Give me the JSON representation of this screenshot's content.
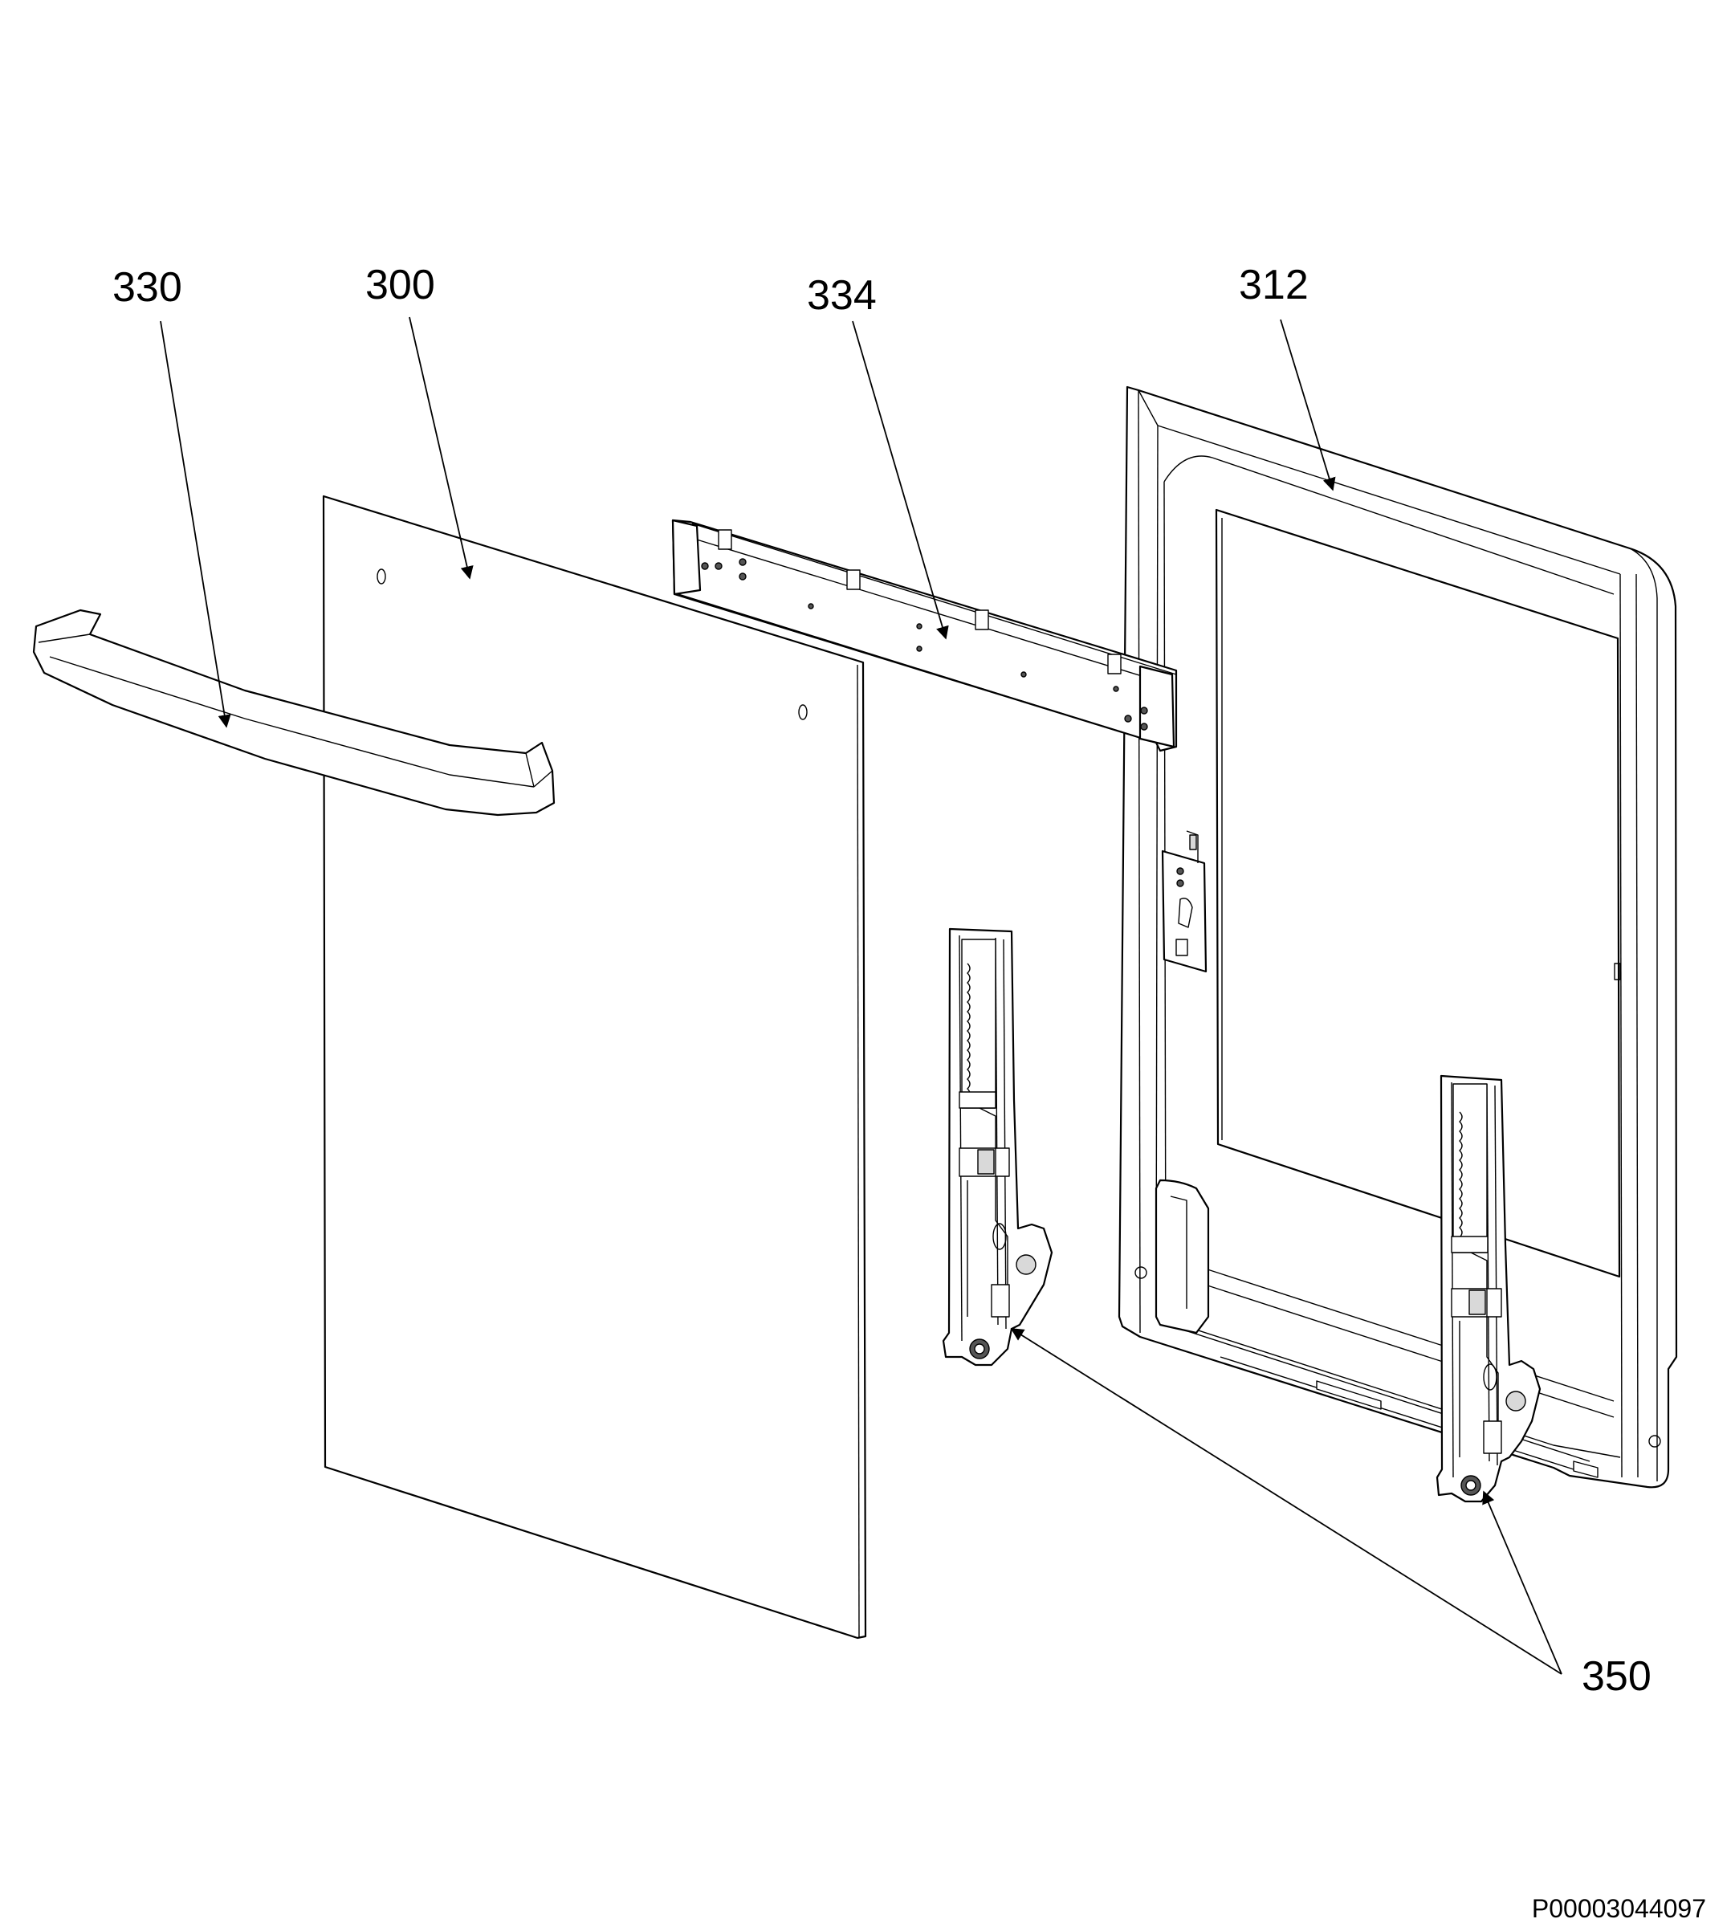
{
  "parts": [
    {
      "id": "handle",
      "label": "330"
    },
    {
      "id": "outer-glass-panel",
      "label": "300"
    },
    {
      "id": "top-profile-bracket",
      "label": "334"
    },
    {
      "id": "inner-door-frame",
      "label": "312"
    },
    {
      "id": "door-hinges",
      "label": "350"
    }
  ],
  "document_id": "P00003044097"
}
